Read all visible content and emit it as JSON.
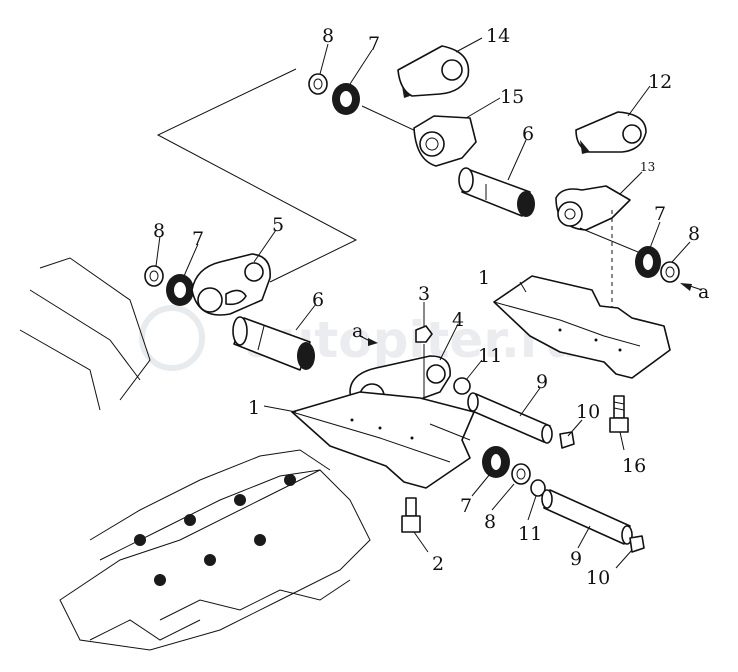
{
  "watermark": "autopiter.ru",
  "callouts": {
    "c1a": "1",
    "c1b": "1",
    "c2": "2",
    "c3": "3",
    "c4": "4",
    "c5": "5",
    "c6a": "6",
    "c6b": "6",
    "c7a": "7",
    "c7b": "7",
    "c7c": "7",
    "c7d": "7",
    "c8a": "8",
    "c8b": "8",
    "c8c": "8",
    "c8d": "8",
    "c9a": "9",
    "c9b": "9",
    "c10a": "10",
    "c10b": "10",
    "c11a": "11",
    "c11b": "11",
    "c12": "12",
    "c13": "13",
    "c14": "14",
    "c15": "15",
    "c16": "16",
    "ca1": "a",
    "ca2": "a"
  }
}
